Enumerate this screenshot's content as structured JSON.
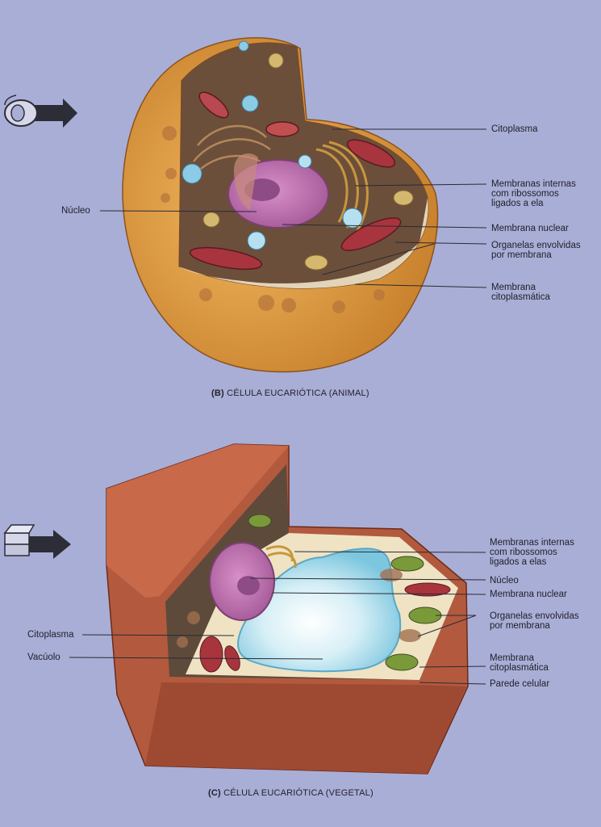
{
  "colors": {
    "background": "#a9aed6",
    "animal_cell": "#e8a34a",
    "plant_wall": "#b35a3e",
    "vacuole": "#8fd3e8",
    "nucleus": "#c878b8"
  },
  "icons": {
    "view_arrow_animal": "eye-arrow-icon",
    "view_arrow_plant": "block-arrow-icon"
  },
  "animal": {
    "caption_letter": "(B)",
    "caption_text": "CÉLULA EUCARIÓTICA (ANIMAL)",
    "labels": {
      "citoplasma": "Citoplasma",
      "membranas_internas": "Membranas internas\ncom ribossomos\nligados a ela",
      "nucleo": "Núcleo",
      "membrana_nuclear": "Membrana nuclear",
      "organelas": "Organelas envolvidas\npor membrana",
      "membrana_citoplasmatica": "Membrana\ncitoplasmática"
    }
  },
  "plant": {
    "caption_letter": "(C)",
    "caption_text": "CÉLULA EUCARIÓTICA (VEGETAL)",
    "labels": {
      "membranas_internas": "Membranas internas\ncom ribossomos\nligados a elas",
      "nucleo": "Núcleo",
      "membrana_nuclear": "Membrana nuclear",
      "organelas": "Organelas envolvidas\npor membrana",
      "membrana_citoplasmatica": "Membrana\ncitoplasmática",
      "parede_celular": "Parede celular",
      "citoplasma": "Citoplasma",
      "vacuolo": "Vacúolo"
    }
  }
}
